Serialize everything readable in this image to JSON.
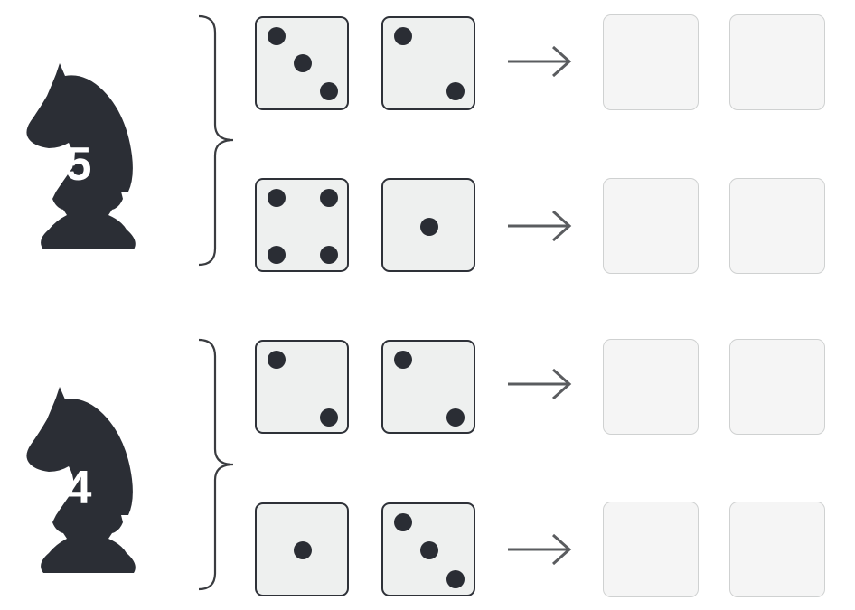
{
  "colors": {
    "knight": "#2b2e35",
    "die_border": "#2e3138",
    "die_face": "#eef0ef",
    "pip": "#2a2d34",
    "answer_border": "#cfd1d1",
    "answer_face": "#f5f5f5",
    "arrow": "#5a5c5f",
    "brace": "#3a3c40"
  },
  "groups": [
    {
      "knight_icon": "chess-knight-icon",
      "knight_number": "5",
      "rows": [
        {
          "dice": [
            3,
            2
          ],
          "answer_slots": 2
        },
        {
          "dice": [
            4,
            1
          ],
          "answer_slots": 2
        }
      ]
    },
    {
      "knight_icon": "chess-knight-icon",
      "knight_number": "4",
      "rows": [
        {
          "dice": [
            2,
            2
          ],
          "answer_slots": 2
        },
        {
          "dice": [
            1,
            3
          ],
          "answer_slots": 2
        }
      ]
    }
  ]
}
